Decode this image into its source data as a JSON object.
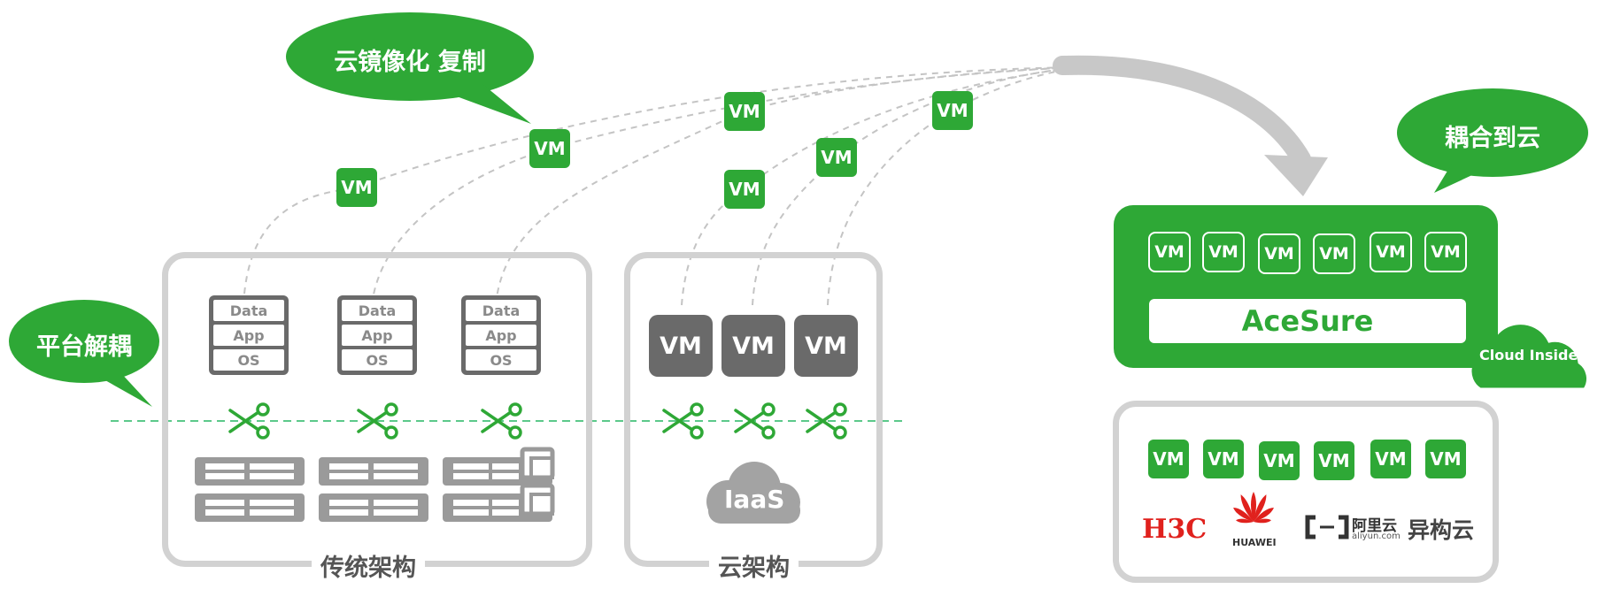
{
  "bubbles": {
    "mirror": "云镜像化 复制",
    "decouple": "平台解耦",
    "couple": "耦合到云"
  },
  "vm_label": "VM",
  "layers": [
    "Data",
    "App",
    "OS"
  ],
  "traditional": {
    "label": "传统架构"
  },
  "cloud_arch": {
    "label": "云架构",
    "iaas": "IaaS"
  },
  "acesure": {
    "name": "AceSure",
    "cloud_inside": "Cloud Inside"
  },
  "vendors": {
    "h3c": "H3C",
    "huawei": "HUAWEI",
    "aliyun": "阿里云",
    "aliyun_sub": "aliyun.com",
    "hetero": "异构云"
  },
  "colors": {
    "green": "#2ea836",
    "dark_gray": "#6a6a6a",
    "frame_gray": "#d2d2d2",
    "h3c_red": "#e0211d",
    "huawei_red": "#e0211d"
  }
}
